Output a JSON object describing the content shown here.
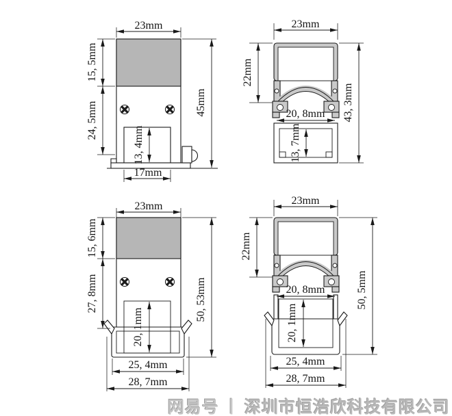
{
  "colors": {
    "line": "#1a1a1a",
    "cap-gray": "#b6b6b6",
    "wall-gray": "#c9c9c9",
    "wm-gray": "#b8b8b8"
  },
  "watermark": {
    "logo": "网易号",
    "separator": "丨",
    "company": "深圳市恒浩欣科技有限公司"
  },
  "drawings": {
    "top_left": {
      "dims": {
        "top_width": "23mm",
        "cap_height": "15, 5mm",
        "lower_height": "24, 5mm",
        "slot_height": "13, 4mm",
        "slot_width": "17mm",
        "total_height": "45mm"
      }
    },
    "top_right": {
      "dims": {
        "top_width": "23mm",
        "channel_height": "22mm",
        "inner_width": "20, 8mm",
        "base_height": "13, 7mm",
        "total_height": "43, 3mm"
      }
    },
    "bottom_left": {
      "dims": {
        "top_width": "23mm",
        "cap_height": "15, 6mm",
        "lower_height": "27, 8mm",
        "slot_height": "20, 1mm",
        "tray_width": "25, 4mm",
        "outer_width": "28, 7mm",
        "total_height": "50, 53mm"
      }
    },
    "bottom_right": {
      "dims": {
        "top_width": "23mm",
        "channel_height": "22mm",
        "inner_width": "20, 8mm",
        "slot_height": "20, 1mm",
        "tray_width": "25, 4mm",
        "outer_width": "28, 7mm",
        "total_height": "50, 5mm"
      }
    }
  }
}
